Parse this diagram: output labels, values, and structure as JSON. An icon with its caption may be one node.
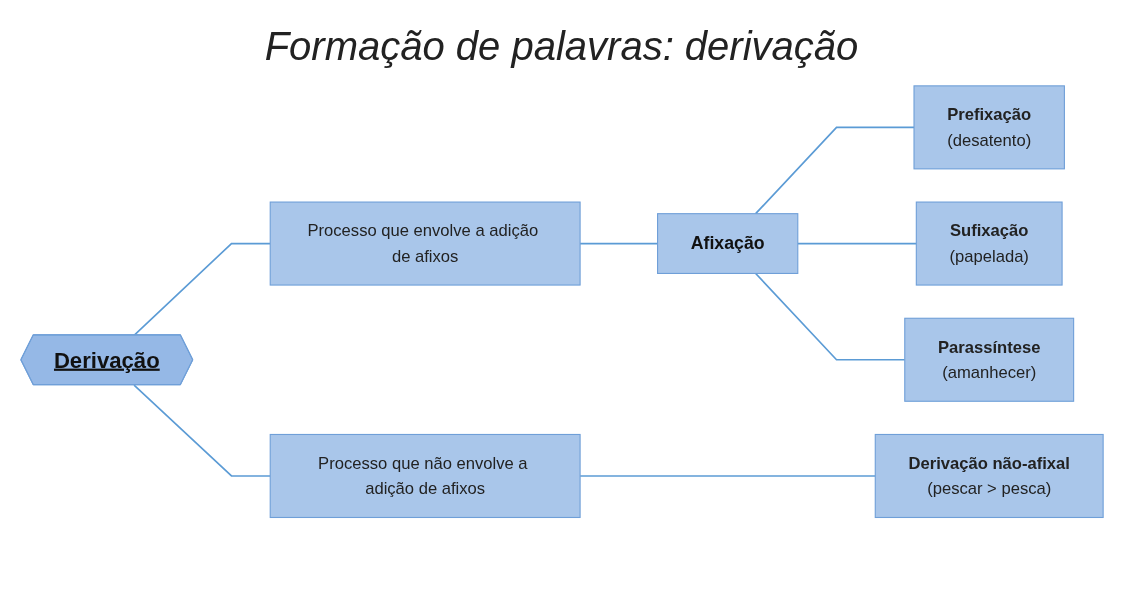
{
  "diagram": {
    "title": "Formação de palavras: derivação",
    "nodes": [
      {
        "text": [
          "Derivação"
        ]
      },
      {
        "text": [
          "Processo que envolve a adição de afixos"
        ]
      },
      {
        "text": [
          "Afixação"
        ]
      },
      {
        "text": [
          "Prefixação",
          "(desatento)"
        ]
      },
      {
        "text": [
          "Sufixação",
          "(papelada)"
        ]
      },
      {
        "text": [
          "Parassíntese",
          "(amanhecer)"
        ]
      },
      {
        "text": [
          "Processo que não envolve a adição de afixos"
        ]
      },
      {
        "text": [
          "Derivação não-afixal",
          "(pescar > pesca)"
        ]
      }
    ],
    "edges": [
      {
        "from": 0,
        "to": 1,
        "arrow": "none"
      },
      {
        "from": 1,
        "to": 2,
        "arrow": "none"
      },
      {
        "from": 2,
        "to": 3,
        "arrow": "none"
      },
      {
        "from": 2,
        "to": 4,
        "arrow": "none"
      },
      {
        "from": 2,
        "to": 5,
        "arrow": "none"
      },
      {
        "from": 0,
        "to": 6,
        "arrow": "none"
      },
      {
        "from": 6,
        "to": 7,
        "arrow": "none"
      }
    ]
  }
}
